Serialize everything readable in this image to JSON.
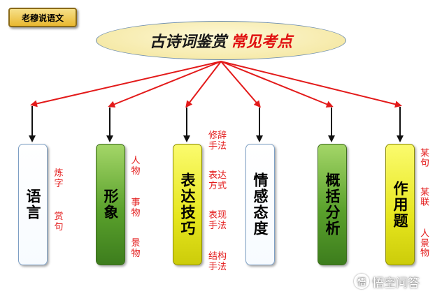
{
  "badge": "老穆说语文",
  "title": {
    "black": "古诗词鉴赏",
    "red": "常见考点"
  },
  "nodes": [
    {
      "label": "语言",
      "notes": [
        "炼字",
        "赏句"
      ]
    },
    {
      "label": "形象",
      "notes": [
        "人物",
        "事物",
        "景物"
      ]
    },
    {
      "label": "表达技巧",
      "notes": [
        "修辞手法",
        "表达方式",
        "表现手法",
        "结构手法"
      ]
    },
    {
      "label": "情感态度",
      "notes": []
    },
    {
      "label": "概括分析",
      "notes": []
    },
    {
      "label": "作用题",
      "notes": [
        "某句",
        "某联",
        "人景物"
      ]
    }
  ],
  "watermark": {
    "logo": "悟",
    "text": "悟空问答"
  },
  "colors": {
    "arrow_red": "#e31a1a",
    "arrow_black": "#111111",
    "note_red": "#e31a1a"
  }
}
